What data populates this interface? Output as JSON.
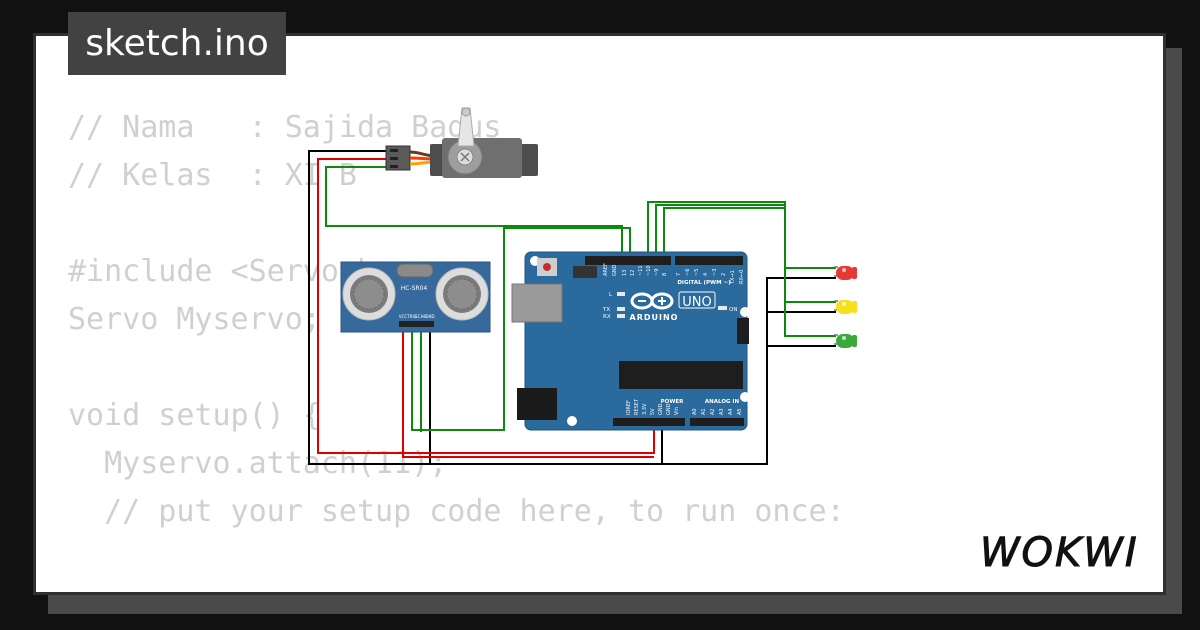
{
  "tab": {
    "filename": "sketch.ino"
  },
  "code": {
    "lines": [
      "// Nama   : Sajida Bagus",
      "// Kelas  : XI B",
      "",
      "#include <Servo.h>",
      "Servo Myservo;",
      "",
      "void setup() {",
      "  Myservo.attach(11);",
      "  // put your setup code here, to run once:",
      "",
      "}"
    ]
  },
  "sensor": {
    "model": "HC-SR04",
    "pins": [
      "VCC",
      "TRIG",
      "ECHO",
      "GND"
    ]
  },
  "board": {
    "name": "UNO",
    "brand": "ARDUINO",
    "digital_label": "DIGITAL (PWM ~)",
    "power_label": "POWER",
    "analog_label": "ANALOG IN",
    "on_label": "ON",
    "l_label": "L",
    "tx_label": "TX",
    "rx_label": "RX",
    "aref_label": "AREF",
    "gnd_label": "GND",
    "digital_pins": [
      "13",
      "12",
      "~11",
      "~10",
      "~9",
      "8",
      "7",
      "~6",
      "~5",
      "4",
      "~3",
      "2",
      "TX→1",
      "RX←0"
    ],
    "power_pins": [
      "IOREF",
      "RESET",
      "3.3V",
      "5V",
      "GND",
      "GND",
      "Vin"
    ],
    "analog_pins": [
      "A0",
      "A1",
      "A2",
      "A3",
      "A4",
      "A5"
    ]
  },
  "leds": [
    {
      "color": "#e53935"
    },
    {
      "color": "#f4e01b"
    },
    {
      "color": "#3aa83a"
    }
  ],
  "wire_colors": {
    "black": "#000000",
    "red": "#dd0000",
    "green": "#0c8a0c"
  },
  "brand_logo": "WOKWI"
}
